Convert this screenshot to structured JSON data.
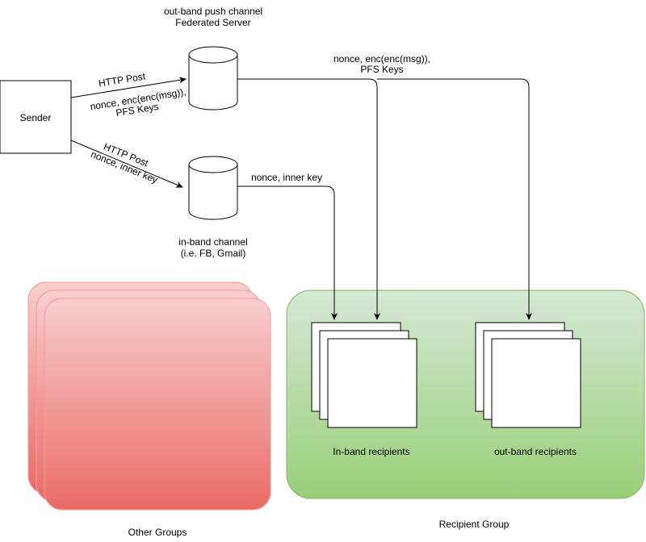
{
  "nodes": {
    "sender": "Sender",
    "out_band_server_title_line1": "out-band push  channel",
    "out_band_server_title_line2": "Federated Server",
    "in_band_channel_line1": "in-band channel",
    "in_band_channel_line2": "(i.e. FB, Gmail)",
    "in_band_recipients": "In-band recipients",
    "out_band_recipients": "out-band recipients",
    "recipient_group": "Recipient Group",
    "other_groups": "Other Groups"
  },
  "edges": {
    "sender_to_server_top": "HTTP Post",
    "sender_to_server_bottom_line1": "nonce, enc(enc(msg)),",
    "sender_to_server_bottom_line2": "PFS Keys",
    "sender_to_inband_top": "HTTP Post",
    "sender_to_inband_bottom": "nonce, inner key",
    "server_to_recipients_line1": "nonce, enc(enc(msg)),",
    "server_to_recipients_line2": "PFS Keys",
    "inband_to_recipients": "nonce, inner key"
  },
  "colors": {
    "other_groups_top": "#f8cecc",
    "other_groups_bottom": "#ea6b66",
    "other_groups_stroke": "#f19c99",
    "recipient_group_top": "#d5e8d4",
    "recipient_group_bottom": "#97d077",
    "recipient_group_stroke": "#82b366",
    "line": "#000000"
  }
}
